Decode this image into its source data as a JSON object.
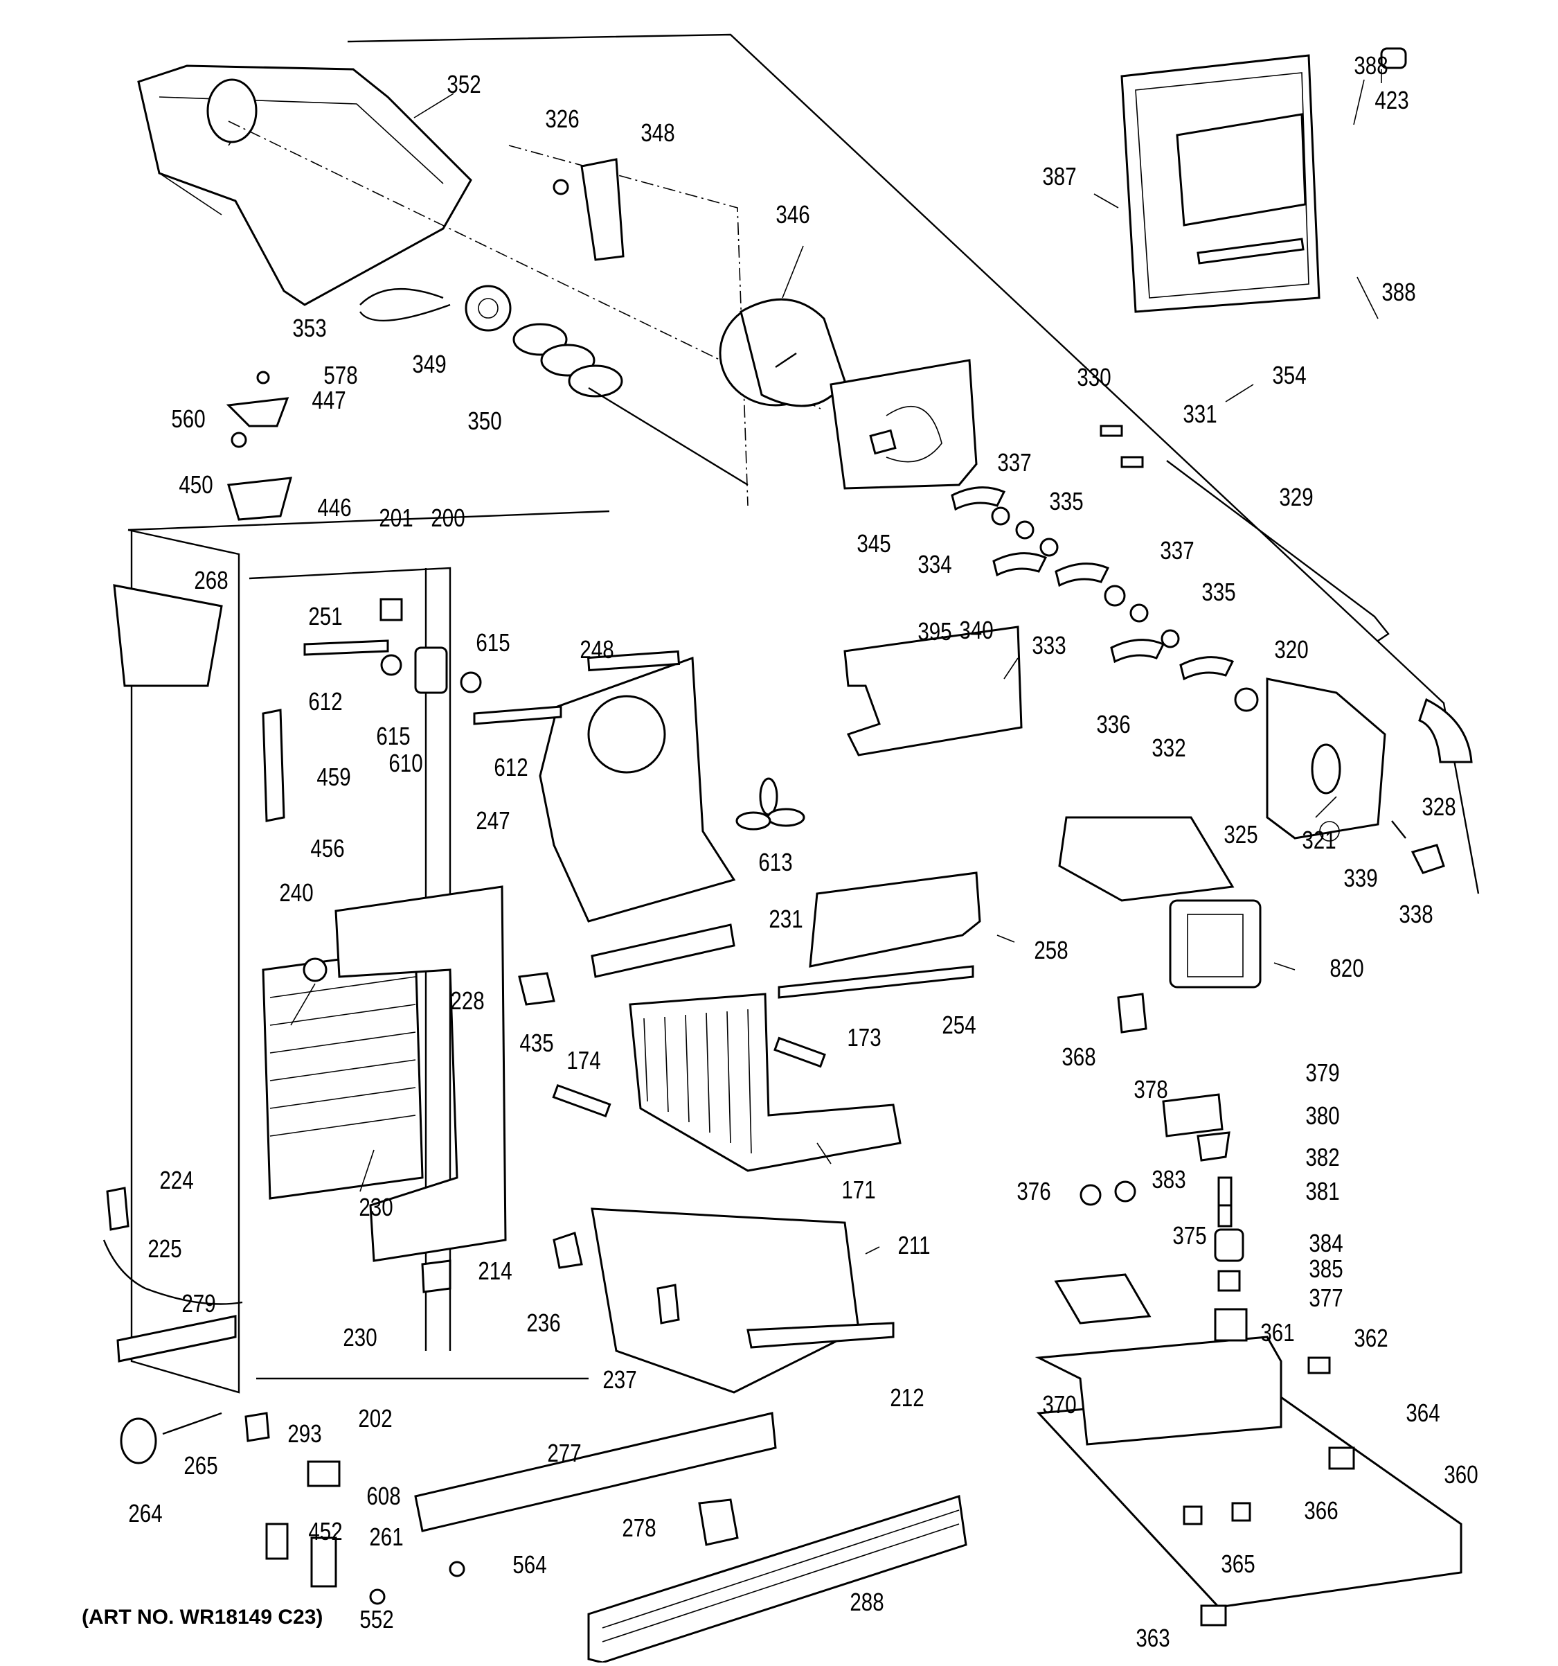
{
  "diagram": {
    "title": "Refrigerator Freezer Section Parts Diagram",
    "art_number": "(ART NO. WR18149 C23)",
    "labels": [
      {
        "id": "352",
        "text": "352"
      },
      {
        "id": "326",
        "text": "326"
      },
      {
        "id": "348",
        "text": "348"
      },
      {
        "id": "346",
        "text": "346"
      },
      {
        "id": "388a",
        "text": "388"
      },
      {
        "id": "423",
        "text": "423"
      },
      {
        "id": "387",
        "text": "387"
      },
      {
        "id": "388b",
        "text": "388"
      },
      {
        "id": "353",
        "text": "353"
      },
      {
        "id": "349",
        "text": "349"
      },
      {
        "id": "350",
        "text": "350"
      },
      {
        "id": "578",
        "text": "578"
      },
      {
        "id": "447",
        "text": "447"
      },
      {
        "id": "560",
        "text": "560"
      },
      {
        "id": "450",
        "text": "450"
      },
      {
        "id": "446",
        "text": "446"
      },
      {
        "id": "354",
        "text": "354"
      },
      {
        "id": "330",
        "text": "330"
      },
      {
        "id": "331",
        "text": "331"
      },
      {
        "id": "345",
        "text": "345"
      },
      {
        "id": "337a",
        "text": "337"
      },
      {
        "id": "335a",
        "text": "335"
      },
      {
        "id": "334",
        "text": "334"
      },
      {
        "id": "329",
        "text": "329"
      },
      {
        "id": "201",
        "text": "201"
      },
      {
        "id": "200",
        "text": "200"
      },
      {
        "id": "268",
        "text": "268"
      },
      {
        "id": "251",
        "text": "251"
      },
      {
        "id": "340",
        "text": "340"
      },
      {
        "id": "333",
        "text": "333"
      },
      {
        "id": "337b",
        "text": "337"
      },
      {
        "id": "335b",
        "text": "335"
      },
      {
        "id": "615a",
        "text": "615"
      },
      {
        "id": "248",
        "text": "248"
      },
      {
        "id": "395",
        "text": "395"
      },
      {
        "id": "320",
        "text": "320"
      },
      {
        "id": "612a",
        "text": "612"
      },
      {
        "id": "615b",
        "text": "615"
      },
      {
        "id": "610",
        "text": "610"
      },
      {
        "id": "612b",
        "text": "612"
      },
      {
        "id": "336",
        "text": "336"
      },
      {
        "id": "332",
        "text": "332"
      },
      {
        "id": "459",
        "text": "459"
      },
      {
        "id": "247",
        "text": "247"
      },
      {
        "id": "613",
        "text": "613"
      },
      {
        "id": "325",
        "text": "325"
      },
      {
        "id": "321",
        "text": "321"
      },
      {
        "id": "328",
        "text": "328"
      },
      {
        "id": "456",
        "text": "456"
      },
      {
        "id": "339",
        "text": "339"
      },
      {
        "id": "338",
        "text": "338"
      },
      {
        "id": "240",
        "text": "240"
      },
      {
        "id": "231",
        "text": "231"
      },
      {
        "id": "258",
        "text": "258"
      },
      {
        "id": "228",
        "text": "228"
      },
      {
        "id": "820",
        "text": "820"
      },
      {
        "id": "435",
        "text": "435"
      },
      {
        "id": "254",
        "text": "254"
      },
      {
        "id": "173",
        "text": "173"
      },
      {
        "id": "174",
        "text": "174"
      },
      {
        "id": "368",
        "text": "368"
      },
      {
        "id": "378",
        "text": "378"
      },
      {
        "id": "379",
        "text": "379"
      },
      {
        "id": "380",
        "text": "380"
      },
      {
        "id": "224",
        "text": "224"
      },
      {
        "id": "230a",
        "text": "230"
      },
      {
        "id": "171",
        "text": "171"
      },
      {
        "id": "382",
        "text": "382"
      },
      {
        "id": "376",
        "text": "376"
      },
      {
        "id": "383",
        "text": "383"
      },
      {
        "id": "381",
        "text": "381"
      },
      {
        "id": "225",
        "text": "225"
      },
      {
        "id": "375",
        "text": "375"
      },
      {
        "id": "211",
        "text": "211"
      },
      {
        "id": "384",
        "text": "384"
      },
      {
        "id": "214",
        "text": "214"
      },
      {
        "id": "385",
        "text": "385"
      },
      {
        "id": "279",
        "text": "279"
      },
      {
        "id": "236",
        "text": "236"
      },
      {
        "id": "377",
        "text": "377"
      },
      {
        "id": "230b",
        "text": "230"
      },
      {
        "id": "361",
        "text": "361"
      },
      {
        "id": "362",
        "text": "362"
      },
      {
        "id": "237",
        "text": "237"
      },
      {
        "id": "212",
        "text": "212"
      },
      {
        "id": "370",
        "text": "370"
      },
      {
        "id": "202",
        "text": "202"
      },
      {
        "id": "293",
        "text": "293"
      },
      {
        "id": "277",
        "text": "277"
      },
      {
        "id": "364",
        "text": "364"
      },
      {
        "id": "265",
        "text": "265"
      },
      {
        "id": "360",
        "text": "360"
      },
      {
        "id": "264",
        "text": "264"
      },
      {
        "id": "608",
        "text": "608"
      },
      {
        "id": "366",
        "text": "366"
      },
      {
        "id": "452",
        "text": "452"
      },
      {
        "id": "261",
        "text": "261"
      },
      {
        "id": "278",
        "text": "278"
      },
      {
        "id": "564",
        "text": "564"
      },
      {
        "id": "365",
        "text": "365"
      },
      {
        "id": "288",
        "text": "288"
      },
      {
        "id": "552",
        "text": "552"
      },
      {
        "id": "363",
        "text": "363"
      }
    ]
  }
}
